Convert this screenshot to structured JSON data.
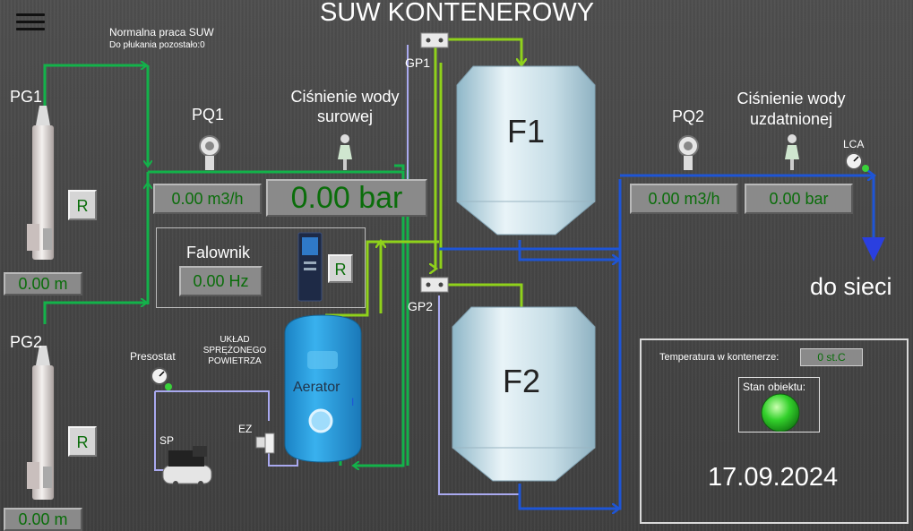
{
  "header": {
    "title": "SUW KONTENEROWY"
  },
  "menu": {
    "icon": "hamburger-menu-icon"
  },
  "status": {
    "line1": "Normalna praca SUW",
    "line2": "Do płukania pozostało:0"
  },
  "pumps": {
    "pg1": {
      "label": "PG1",
      "button": "R",
      "level": "0.00 m"
    },
    "pg2": {
      "label": "PG2",
      "button": "R",
      "level": "0.00 m"
    }
  },
  "raw_water": {
    "flow_label": "PQ1",
    "flow_value": "0.00 m3/h",
    "pressure_label_1": "Ciśnienie wody",
    "pressure_label_2": "surowej",
    "pressure_value": "0.00 bar"
  },
  "inverter": {
    "label": "Falownik",
    "value": "0.00 Hz",
    "button": "R"
  },
  "air_unit": {
    "presostat_label": "Presostat",
    "title_1": "UKŁAD",
    "title_2": "SPRĘŻONEGO",
    "title_3": "POWIETRZA",
    "compressor_label": "SP",
    "valve_label": "EZ",
    "aerator_label": "Aerator",
    "aerator_mark": "I"
  },
  "valves": {
    "gp1": "GP1",
    "gp2": "GP2"
  },
  "filters": {
    "f1": "F1",
    "f2": "F2"
  },
  "treated_water": {
    "flow_label": "PQ2",
    "flow_value": "0.00 m3/h",
    "pressure_label_1": "Ciśnienie wody",
    "pressure_label_2": "uzdatnionej",
    "pressure_value": "0.00 bar",
    "lca_label": "LCA",
    "outlet_label": "do sieci"
  },
  "container": {
    "temp_label": "Temperatura w kontenerze:",
    "temp_value": "0 st.C",
    "state_label": "Stan obiektu:",
    "state_color": "#22cc22",
    "date": "17.09.2024"
  },
  "colors": {
    "raw_pipe": "#13b24a",
    "filter_pipe": "#8fd11b",
    "treated_pipe": "#1e55d6",
    "air_pipe": "#a9a9ef",
    "value_text": "#0a6d0a"
  }
}
